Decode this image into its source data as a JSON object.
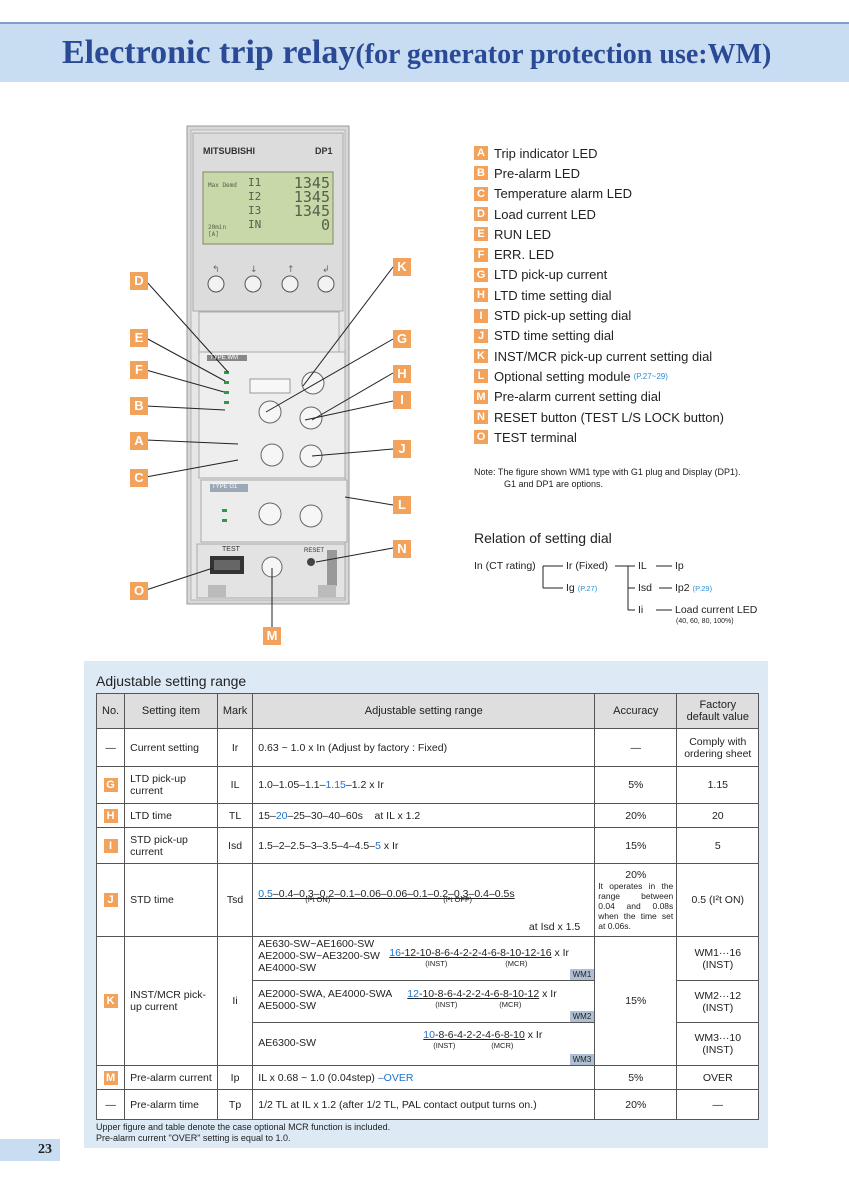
{
  "header": {
    "title_main": "Electronic trip relay",
    "title_sub": "(for generator protection use:WM)"
  },
  "device": {
    "brand": "MITSUBISHI",
    "model": "DP1",
    "lcd": {
      "line1_label": "Max Demd",
      "rows": [
        {
          "label": "I1",
          "value": "1345"
        },
        {
          "label": "I2",
          "value": "1345"
        },
        {
          "label": "I3",
          "value": "1345"
        },
        {
          "label": "IN",
          "value": "0"
        }
      ],
      "bottom_left": "20min [A]"
    },
    "type_label_1": "TYPE WM",
    "type_label_2": "TYPE G1",
    "test_label": "TEST",
    "reset_label": "RESET",
    "callouts": [
      "A",
      "B",
      "C",
      "D",
      "E",
      "F",
      "G",
      "H",
      "I",
      "J",
      "K",
      "L",
      "M",
      "N",
      "O"
    ]
  },
  "legend": [
    {
      "letter": "A",
      "text": "Trip indicator LED",
      "ref": ""
    },
    {
      "letter": "B",
      "text": "Pre-alarm LED",
      "ref": ""
    },
    {
      "letter": "C",
      "text": "Temperature alarm LED",
      "ref": ""
    },
    {
      "letter": "D",
      "text": "Load current LED",
      "ref": ""
    },
    {
      "letter": "E",
      "text": "RUN LED",
      "ref": ""
    },
    {
      "letter": "F",
      "text": "ERR. LED",
      "ref": ""
    },
    {
      "letter": "G",
      "text": "LTD pick-up current",
      "ref": ""
    },
    {
      "letter": "H",
      "text": "LTD time setting dial",
      "ref": ""
    },
    {
      "letter": "I",
      "text": "STD pick-up setting dial",
      "ref": ""
    },
    {
      "letter": "J",
      "text": "STD time setting dial",
      "ref": ""
    },
    {
      "letter": "K",
      "text": "INST/MCR pick-up current setting dial",
      "ref": ""
    },
    {
      "letter": "L",
      "text": "Optional setting module",
      "ref": "(P.27~29)"
    },
    {
      "letter": "M",
      "text": "Pre-alarm current setting dial",
      "ref": ""
    },
    {
      "letter": "N",
      "text": "RESET button (TEST L/S LOCK button)",
      "ref": ""
    },
    {
      "letter": "O",
      "text": "TEST terminal",
      "ref": ""
    }
  ],
  "note": {
    "line1": "Note:  The figure shown WM1 type with G1 plug and Display (DP1).",
    "line2": "G1 and DP1 are options."
  },
  "relation": {
    "title": "Relation of setting dial",
    "in_ct": "In (CT rating)",
    "ir": "Ir (Fixed)",
    "ig": "Ig",
    "ig_ref": "(P.27)",
    "il": "IL",
    "isd": "Isd",
    "ii": "Ii",
    "ip": "Ip",
    "ip2": "Ip2",
    "ip2_ref": "(P.29)",
    "load_led": "Load current LED",
    "load_led_sub": "(40, 60, 80, 100%)"
  },
  "table": {
    "title": "Adjustable setting range",
    "headers": [
      "No.",
      "Setting item",
      "Mark",
      "Adjustable setting range",
      "Accuracy",
      "Factory default value"
    ],
    "rows": [
      {
        "no": "—",
        "item": "Current setting",
        "mark": "Ir",
        "range": "0.63 ~ 1.0 x In (Adjust by factory : Fixed)",
        "accuracy": "—",
        "default": "Comply with ordering sheet"
      },
      {
        "no": "G",
        "item": "LTD pick-up current",
        "mark": "IL",
        "range_a": "1.0–1.05–1.1–",
        "range_hl": "1.15",
        "range_b": "–1.2 x Ir",
        "accuracy": "5%",
        "default": "1.15"
      },
      {
        "no": "H",
        "item": "LTD time",
        "mark": "TL",
        "range_a": "15–",
        "range_hl": "20",
        "range_b": "–25–30–40–60s    at IL x 1.2",
        "accuracy": "20%",
        "default": "20"
      },
      {
        "no": "I",
        "item": "STD pick-up current",
        "mark": "Isd",
        "range_a": "1.5–2–2.5–3–3.5–4–4.5–",
        "range_hl": "5",
        "range_b": " x Ir",
        "accuracy": "15%",
        "default": "5"
      },
      {
        "no": "J",
        "item": "STD time",
        "mark": "Tsd",
        "range_hl": "0.5",
        "range_on": "–0.4–0.3–0.2–0.1–0.06",
        "range_off": "–0.06–0.1–0.2–0.3–0.4–0.5s",
        "on_label": "(I²t ON)",
        "off_label": "(I²t OFF)",
        "at": "at Isd x 1.5",
        "accuracy": "20%",
        "accuracy_note": "It operates in the range between 0.04 and 0.08s when the time set at 0.06s.",
        "default": "0.5 (I²t ON)"
      },
      {
        "no": "K",
        "item": "INST/MCR pick-up current",
        "mark": "Ii",
        "accuracy": "15%",
        "sub": [
          {
            "models": [
              "AE630-SW~AE1600-SW",
              "AE2000-SW~AE3200-SW",
              "AE4000-SW"
            ],
            "hl": "16",
            "seq": "-12-10-8-6-4-2-2-4-6-8-10-12-16",
            "unit": "x Ir",
            "wm": "WM1",
            "default": "WM1···16 (INST)"
          },
          {
            "models": [
              "AE2000-SWA, AE4000-SWA",
              "AE5000-SW"
            ],
            "hl": "12",
            "seq": "-10-8-6-4-2-2-4-6-8-10-12",
            "unit": "x Ir",
            "wm": "WM2",
            "default": "WM2···12 (INST)"
          },
          {
            "models": [
              "AE6300-SW"
            ],
            "hl": "10",
            "seq": "-8-6-4-2-2-4-6-8-10",
            "unit": "x Ir",
            "wm": "WM3",
            "default": "WM3···10 (INST)"
          }
        ],
        "inst": "(INST)",
        "mcr": "(MCR)"
      },
      {
        "no": "M",
        "item": "Pre-alarm current",
        "mark": "Ip",
        "range_a": "IL x 0.68 ~ 1.0 (0.04step) ",
        "range_hl": "–OVER",
        "accuracy": "5%",
        "default": "OVER"
      },
      {
        "no": "—",
        "item": "Pre-alarm time",
        "mark": "Tp",
        "range": "1/2 TL at IL x 1.2 (after 1/2 TL, PAL contact output turns on.)",
        "accuracy": "20%",
        "default": "—"
      }
    ]
  },
  "footnote": {
    "line1": "Upper figure and table denote the case optional MCR function is included.",
    "line2": "Pre-alarm current \"OVER\" setting is equal to 1.0."
  },
  "page_number": "23",
  "colors": {
    "accent": "#f2a25a",
    "header_bg": "#c9ddf2",
    "title": "#2b4a95",
    "highlight": "#1f72c9"
  }
}
